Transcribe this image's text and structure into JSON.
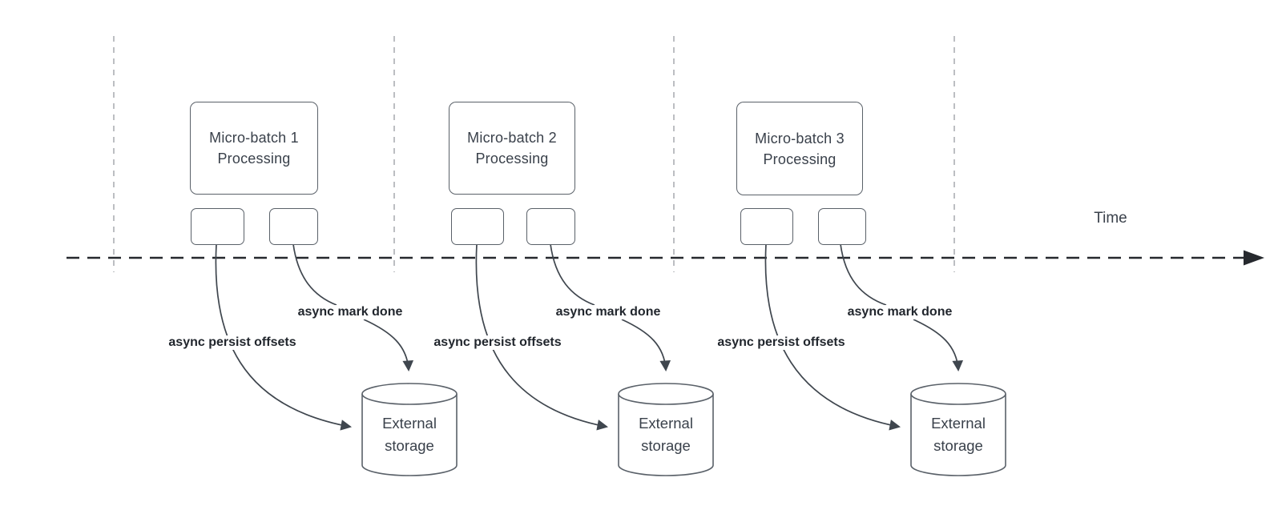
{
  "diagram": {
    "time_label": "Time"
  },
  "batches": [
    {
      "title_line1": "Micro-batch 1",
      "title_line2": "Processing",
      "persist_label": "async persist offsets",
      "done_label": "async mark done",
      "storage_line1": "External",
      "storage_line2": "storage"
    },
    {
      "title_line1": "Micro-batch 2",
      "title_line2": "Processing",
      "persist_label": "async persist offsets",
      "done_label": "async mark done",
      "storage_line1": "External",
      "storage_line2": "storage"
    },
    {
      "title_line1": "Micro-batch 3",
      "title_line2": "Processing",
      "persist_label": "async persist offsets",
      "done_label": "async mark done",
      "storage_line1": "External",
      "storage_line2": "storage"
    }
  ],
  "colors": {
    "guide_line": "#abaeb3",
    "timeline": "#26292e",
    "curve": "#3f464e",
    "shape_border": "#5a6169",
    "shape_text": "#3a414b",
    "arrow_label_text": "#21262d"
  }
}
